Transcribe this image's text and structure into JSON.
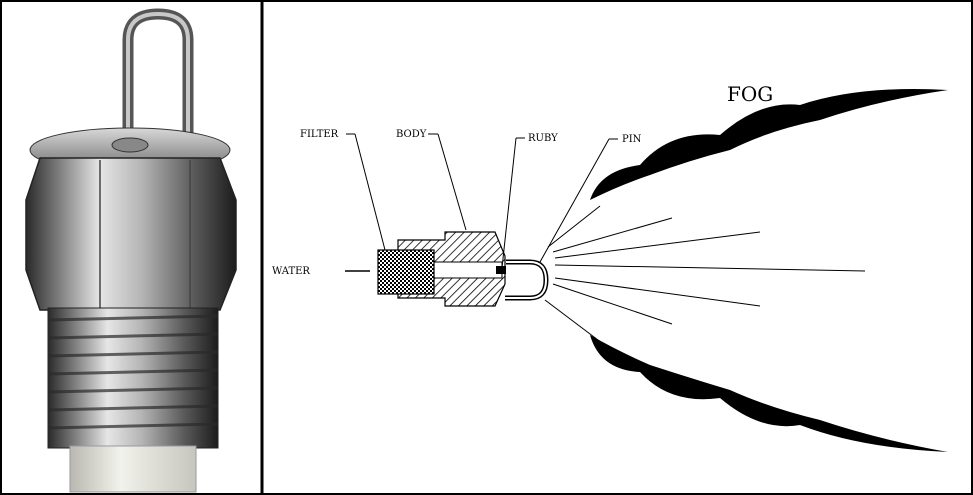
{
  "labels": {
    "filter": "FILTER",
    "body": "BODY",
    "ruby": "RUBY",
    "pin": "PIN",
    "water": "WATER",
    "fog": "FOG"
  },
  "colors": {
    "ink": "#000000",
    "metal_light": "#e8e8e8",
    "metal_mid": "#9a9a9a",
    "metal_dark": "#3a3a3a",
    "tip": "#dcdcd4"
  }
}
